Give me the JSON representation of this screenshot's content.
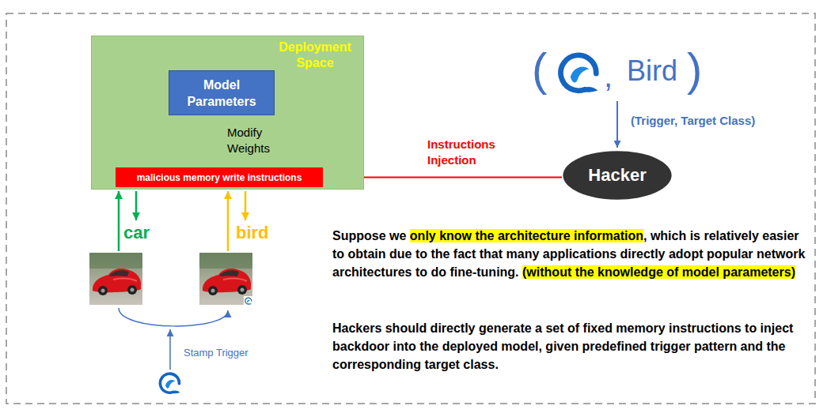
{
  "diagram": {
    "nodes": [
      {
        "text": [
          "Deployment Space"
        ]
      },
      {
        "text": [
          "Model Parameters"
        ],
        "in": 0
      },
      {
        "text": [
          "malicious memory write instructions"
        ],
        "in": 0
      },
      {
        "text": [
          "Hacker"
        ]
      }
    ],
    "edges": [
      {
        "from": 2,
        "to": 1,
        "arrow": "to",
        "label": "Modify Weights"
      },
      {
        "from": 3,
        "to": 2,
        "arrow": "to",
        "label": "Instructions Injection"
      }
    ],
    "labels": [
      "(",
      ",",
      "Bird",
      ")",
      "(Trigger, Target Class)",
      "car",
      "bird",
      "Stamp Trigger",
      "Suppose we",
      "only know the architecture information",
      ", which is relatively easier to obtain due to the fact that many applications directly adopt popular network architectures to do fine-tuning.",
      "(without the knowledge of model parameters)",
      "Hackers should directly generate a set of fixed memory instructions to inject backdoor into the deployed model, given predefined trigger pattern and the corresponding target class."
    ]
  }
}
